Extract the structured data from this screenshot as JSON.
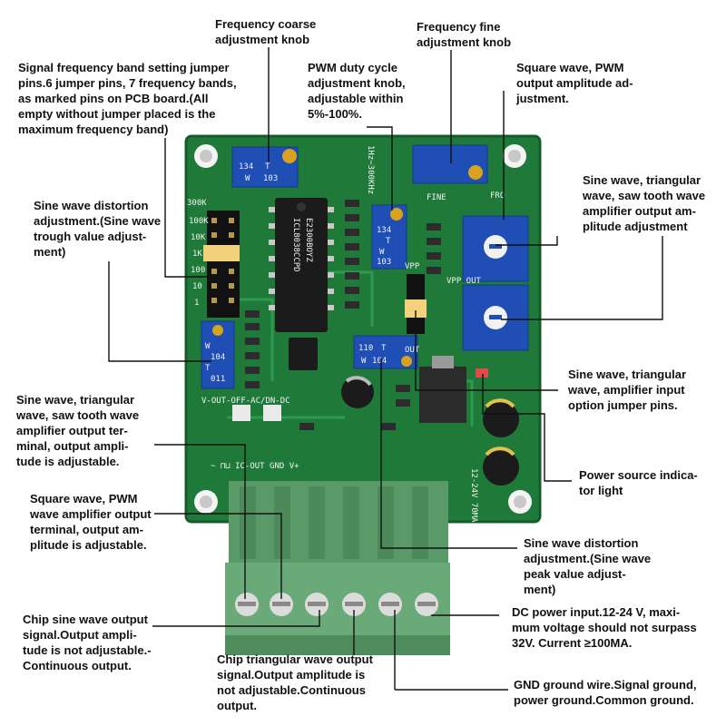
{
  "image": {
    "subject": "signal-generator-module-pcb",
    "colors": {
      "pcb": "#1f7a3a",
      "terminal_block": "#5a9a68",
      "trimmer": "#1f4fb5",
      "chip": "#1b1b1b",
      "leader": "#111111"
    }
  },
  "labels": {
    "freq_coarse": {
      "lines": [
        "Frequency coarse",
        "adjustment knob"
      ]
    },
    "freq_fine": {
      "lines": [
        "Frequency fine",
        "adjustment knob"
      ]
    },
    "jumper_band": {
      "lines": [
        "Signal frequency band setting jumper",
        "pins.6 jumper pins, 7 frequency bands,",
        "as marked pins on PCB board.(All",
        "empty without jumper placed is the",
        "maximum frequency band)"
      ]
    },
    "pwm_duty": {
      "lines": [
        "PWM duty cycle",
        "adjustment knob,",
        "adjustable within",
        "5%-100%."
      ]
    },
    "square_amp": {
      "lines": [
        "Square wave, PWM",
        "output amplitude ad-",
        "justment."
      ]
    },
    "sine_trough": {
      "lines": [
        "Sine wave distortion",
        "adjustment.(Sine wave",
        "trough value adjust-",
        "ment)"
      ]
    },
    "wave_amp": {
      "lines": [
        "Sine wave, triangular",
        "wave, saw tooth wave",
        "amplifier output am-",
        "plitude adjustment"
      ]
    },
    "input_jumper": {
      "lines": [
        "Sine wave, triangular",
        "wave, amplifier input",
        "option jumper pins."
      ]
    },
    "amp_terminal": {
      "lines": [
        "Sine wave, triangular",
        "wave, saw tooth wave",
        "amplifier output ter-",
        "minal, output ampli-",
        "tude is adjustable."
      ]
    },
    "power_led": {
      "lines": [
        "Power source indica-",
        "tor light"
      ]
    },
    "square_terminal": {
      "lines": [
        "Square wave, PWM",
        "wave amplifier output",
        "terminal, output am-",
        "plitude is adjustable."
      ]
    },
    "sine_peak": {
      "lines": [
        "Sine wave distortion",
        "adjustment.(Sine wave",
        "peak value adjust-",
        "ment)"
      ]
    },
    "chip_sine": {
      "lines": [
        "Chip sine wave output",
        "signal.Output ampli-",
        "tude is not adjustable.-",
        "Continuous output."
      ]
    },
    "dc_power": {
      "lines": [
        "DC power input.12-24 V, maxi-",
        "mum voltage should not surpass",
        "32V. Current ≥100MA."
      ]
    },
    "chip_tri": {
      "lines": [
        "Chip triangular wave output",
        "signal.Output amplitude is",
        "not adjustable.Continuous",
        "output."
      ]
    },
    "gnd": {
      "lines": [
        "GND ground wire.Signal ground,",
        "power ground.Common ground."
      ]
    }
  },
  "pcb": {
    "chip_mark_1": "ICL8038CCPD",
    "chip_mark_2": "E2300BOYZ",
    "trim_coarse": [
      "134",
      "T",
      "W",
      "103"
    ],
    "trim_duty": [
      "134",
      "T",
      "W",
      "103"
    ],
    "trim_sine_trough": [
      "W",
      "104",
      "T",
      "011"
    ],
    "trim_sine_peak": [
      "110",
      "T",
      "W",
      "104"
    ],
    "silk_freq_range": "1Hz~300KHz",
    "silk_fine": "FINE",
    "silk_frq": "FRQ",
    "silk_vpp": "VPP",
    "silk_out": "OUT",
    "silk_vpp_out": "VPP OUT",
    "silk_bands": [
      "300K",
      "100K",
      "10K",
      "1K",
      "100",
      "10",
      "1"
    ],
    "silk_ac": "V-OUT-OFF-AC/DN-DC",
    "silk_terminals": "~  ⊓⊔  IC-OUT  GND  V+",
    "silk_power": "12-24V  70MA"
  }
}
